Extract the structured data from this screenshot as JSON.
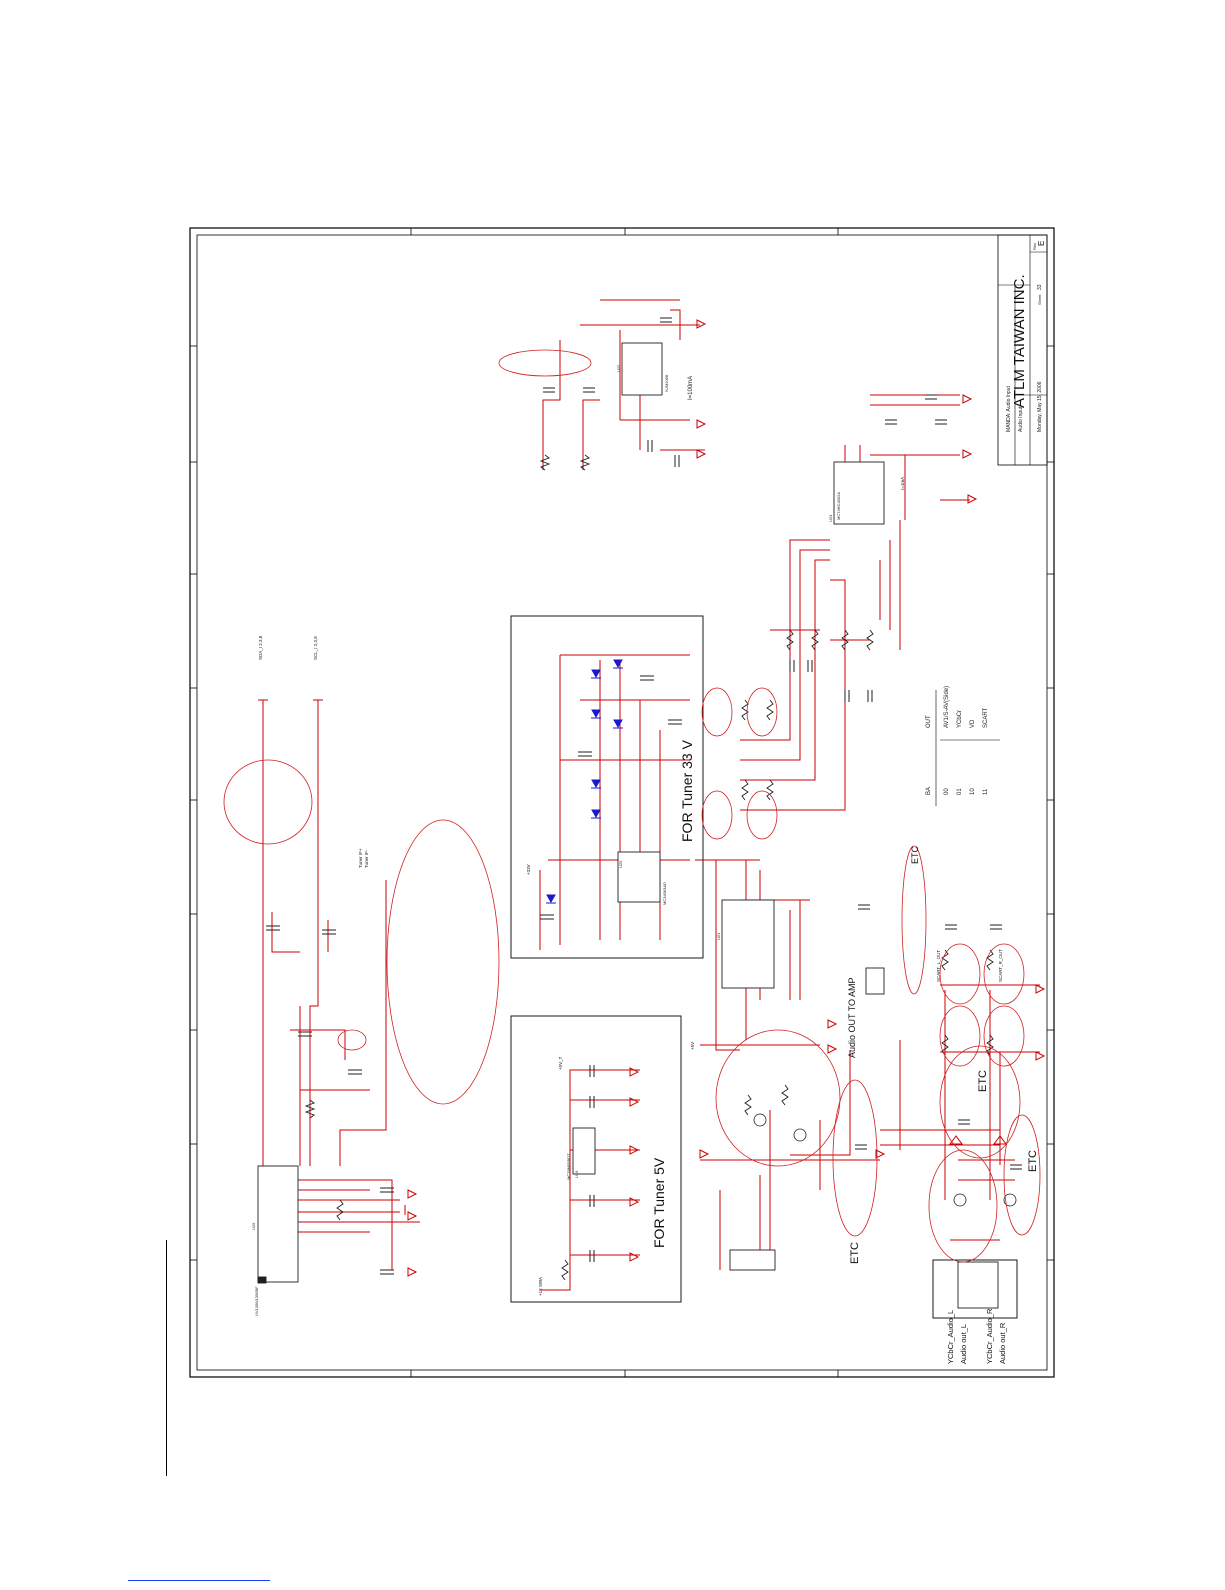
{
  "colors": {
    "wire": "#cc0000",
    "component": "#1f1f1f",
    "diode": "#1a1acc",
    "annotation": "#d02020",
    "frame": "#000000",
    "link": "#1a3cff"
  },
  "title_block": {
    "company": "ATLM TAIWAN INC.",
    "title": "MANDA: Audio Input",
    "document": "Audio Input",
    "rev_label": "Rev",
    "rev": "E",
    "date": "Monday, May 15, 2006",
    "sheet_label": "Sheet",
    "sheet": "33"
  },
  "sections": {
    "tuner33v": "FOR Tuner 33 V",
    "tuner5v": "FOR Tuner 5V",
    "audio_out": "Audio OUT TO AMP",
    "etc": "ETC"
  },
  "truth_table": {
    "header": [
      "BA",
      "OUT"
    ],
    "rows": [
      [
        "00",
        "AV1/S-AV(Side)"
      ],
      [
        "01",
        "YCbCr"
      ],
      [
        "10",
        "VD"
      ],
      [
        "11",
        "SCART"
      ]
    ]
  },
  "jack_labels": [
    "YCbCr_Audio_L",
    "Audio out_L",
    "YCbCr_Audio_R",
    "Audio out_R"
  ],
  "net_labels": {
    "sda": "SDA_I 2,3,8",
    "scl": "SCL_I 2,3,8",
    "ir_current": "I=100mA",
    "ir_current2": "I=1mA",
    "plus5v": "+5V",
    "plus12v": "+12 SWA",
    "plus5vt": "+5V_T",
    "plus33v": "+33V",
    "scart_r": "SCART_R_OUT",
    "scart_l": "SCART_L_OUT",
    "tuner_if": "Tuner IF+",
    "tuner_if2": "Tuner IF-"
  },
  "ic_labels": {
    "u15": "U15",
    "u15_part": "UV1356/1356BF",
    "u19": "U19",
    "u19_part": "MC78M05BDT",
    "u20": "U20",
    "u20_part": "MC34063AD",
    "u21": "U21",
    "u22": "U22",
    "u22_part": "NJM2068",
    "u23": "U23",
    "u23_part": "MC74HC4052A"
  }
}
